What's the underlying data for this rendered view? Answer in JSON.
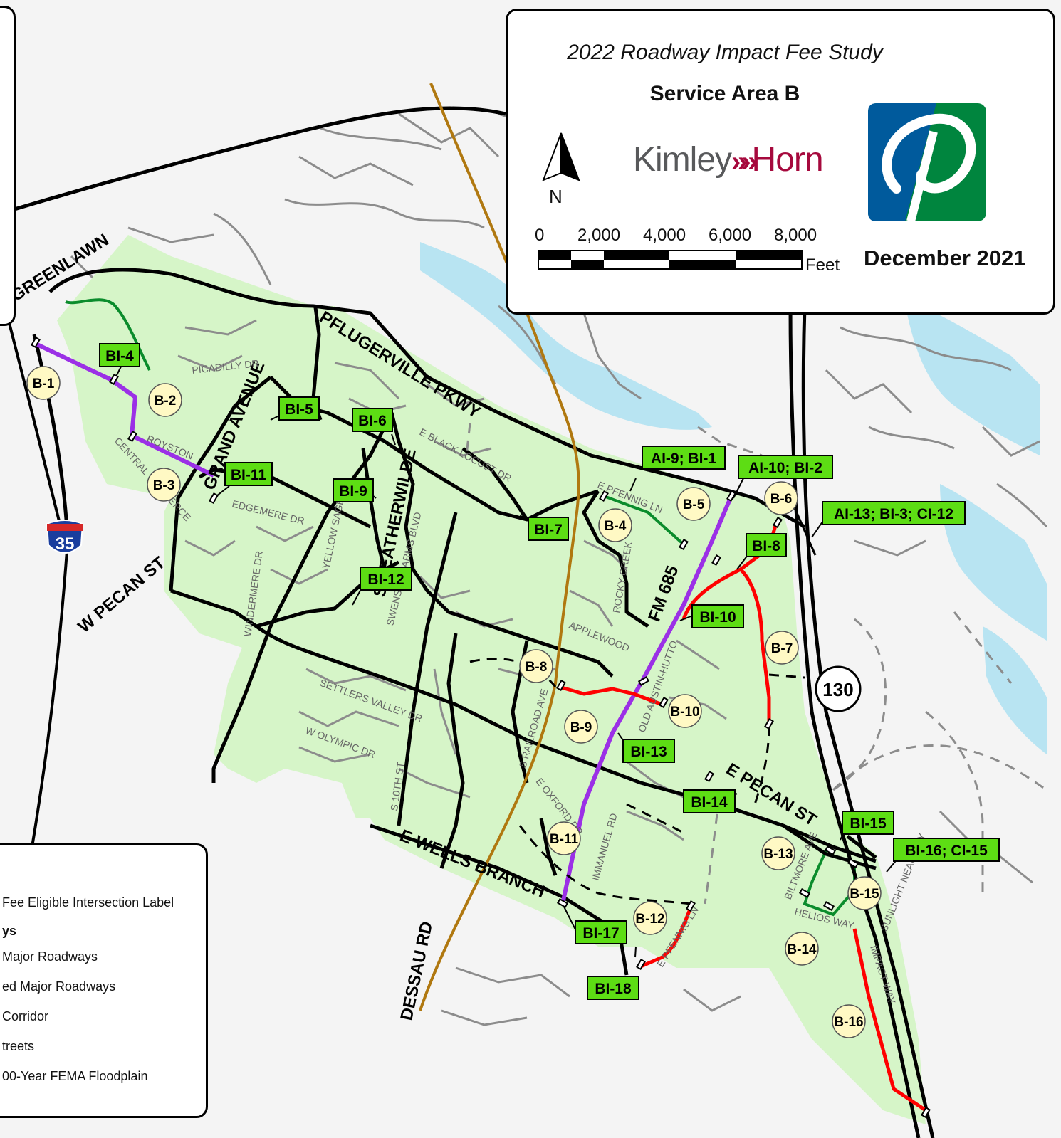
{
  "title_box": {
    "study_title": "2022 Roadway Impact Fee Study",
    "service_area": "Service Area B",
    "north_label": "N",
    "firm_name_1": "Kimley",
    "firm_arrows": "»",
    "firm_name_2": "Horn",
    "scale_labels": [
      "0",
      "2,000",
      "4,000",
      "6,000",
      "8,000"
    ],
    "scale_unit": "Feet",
    "date": "December 2021"
  },
  "legend": {
    "items": [
      {
        "label": "Fee Eligible Intersection Label",
        "bold": false
      },
      {
        "label": "ys",
        "bold": true
      },
      {
        "label": " Major Roadways",
        "bold": false
      },
      {
        "label": "ed Major Roadways",
        "bold": false
      },
      {
        "label": "Corridor",
        "bold": false
      },
      {
        "label": "treets",
        "bold": false
      },
      {
        "label": "00-Year FEMA Floodplain",
        "bold": false
      }
    ]
  },
  "colors": {
    "service_area_fill": "#d6f5c8",
    "existing_major": "#000000",
    "proposed_red": "#ff0000",
    "purple_corridor": "#9b30e6",
    "green_corridor": "#0b8c2c",
    "rail": "#b07810",
    "floodplain": "#b8e4f2",
    "streets": "#8c8c8c",
    "label_green": "#5ddd14",
    "label_circle": "#fff9c4",
    "logo_blue": "#005a9c",
    "logo_green": "#00853e"
  },
  "intersection_labels": [
    "BI-4",
    "BI-5",
    "BI-6",
    "BI-11",
    "BI-9",
    "AI-9; BI-1",
    "AI-10; BI-2",
    "AI-13; BI-3; CI-12",
    "BI-7",
    "BI-8",
    "BI-12",
    "BI-10",
    "BI-13",
    "BI-14",
    "BI-15",
    "BI-16; CI-15",
    "BI-17",
    "BI-18"
  ],
  "project_labels": [
    "B-1",
    "B-2",
    "B-3",
    "B-4",
    "B-5",
    "B-6",
    "B-7",
    "B-8",
    "B-9",
    "B-10",
    "B-11",
    "B-12",
    "B-13",
    "B-14",
    "B-15",
    "B-16"
  ],
  "major_road_labels": [
    "GREENLAWN",
    "PFLUGERVILLE PKWY",
    "GRAND AVENUE",
    "W PECAN ST",
    "E PECAN ST",
    "E WELLS BRANCH",
    "DESSAU RD",
    "FM 685",
    "SWEATHERWILDE"
  ],
  "street_labels": [
    "PICADILLY DR",
    "ROYSTON",
    "CENTRAL COMMERCE",
    "EDGEMERE DR",
    "WINDERMERE DR",
    "YELLOW SAGE",
    "SWENSON FARMS BLVD",
    "E BLACK LOCUST DR",
    "E PFENNIG LN",
    "ROCKY CREEK",
    "APPLEWOOD",
    "OLD AUSTIN-HUTTO",
    "SETTLERS VALLEY DR",
    "W OLYMPIC DR",
    "S 10TH ST",
    "S RAILROAD AVE",
    "E OXFORD DR",
    "IMMANUEL RD",
    "BILTMORE AVE",
    "HELIOS WAY",
    "SUNLIGHT NEAR WAY",
    "IMPACT WAY",
    "E PFENNIG LN"
  ],
  "highway_shields": {
    "interstate": "35",
    "state": "130"
  }
}
